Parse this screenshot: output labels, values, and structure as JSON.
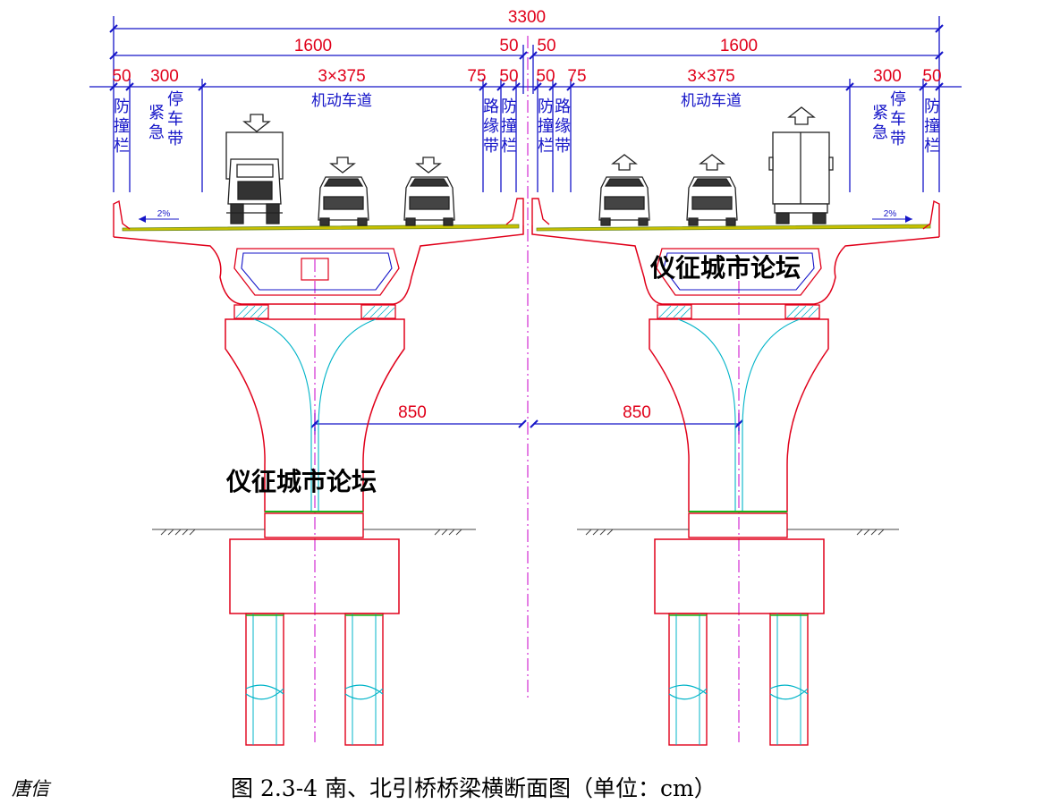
{
  "dimensions": {
    "total": "3300",
    "half_left": "1600",
    "half_right": "1600",
    "center_left": "50",
    "center_right": "50",
    "left_outer_rail": "50",
    "left_shoulder": "300",
    "left_lanes": "3×375",
    "left_marker": "75",
    "left_inner_rail": "50",
    "right_inner_rail": "50",
    "right_marker": "75",
    "right_lanes": "3×375",
    "right_shoulder": "300",
    "right_outer_rail": "50",
    "pier_offset_left": "850",
    "pier_offset_right": "850"
  },
  "labels": {
    "lanes_left": "机动车道",
    "lanes_right": "机动车道",
    "barrier_left_outer": "防撞栏",
    "shoulder_left_a": "紧急",
    "shoulder_left_b": "停车带",
    "marker_left": "路缘带",
    "barrier_left_inner": "防撞栏",
    "barrier_right_inner": "防撞栏",
    "marker_right": "路缘带",
    "shoulder_right_a": "紧急",
    "shoulder_right_b": "停车带",
    "barrier_right_outer": "防撞栏",
    "slope_left": "2%",
    "slope_right": "2%"
  },
  "watermarks": {
    "top": "仪征城市论坛",
    "bottom": "仪征城市论坛"
  },
  "caption": "图 2.3-4 南、北引桥桥梁横断面图（单位：cm）",
  "signature": "唐信",
  "colors": {
    "structure": "#e0001a",
    "dimension_lines": "#1515c8",
    "inner_lines": "#00b4c8",
    "centerline": "#c800c8",
    "construction_joint": "#19b419",
    "deck_fill": "#c8c000"
  }
}
